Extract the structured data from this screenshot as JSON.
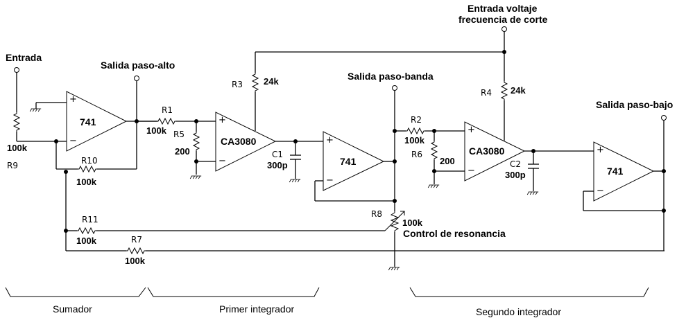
{
  "diagram": {
    "type": "schematic",
    "description": "State-variable voltage-controlled filter"
  },
  "terminals": {
    "input": "Entrada",
    "highpass_out": "Salida paso-alto",
    "bandpass_out": "Salida paso-banda",
    "lowpass_out": "Salida paso-bajo",
    "cutoff_input_line1": "Entrada voltaje",
    "cutoff_input_line2": "frecuencia de corte"
  },
  "opamps": {
    "u1": {
      "label": "741"
    },
    "u2": {
      "label": "CA3080"
    },
    "u3": {
      "label": "741"
    },
    "u4": {
      "label": "CA3080"
    },
    "u5": {
      "label": "741"
    },
    "plus": "+",
    "minus": "−"
  },
  "components": {
    "R1": {
      "ref": "R1",
      "value": "100k"
    },
    "R2": {
      "ref": "R2",
      "value": "100k"
    },
    "R3": {
      "ref": "R3",
      "value": "24k"
    },
    "R4": {
      "ref": "R4",
      "value": "24k"
    },
    "R5": {
      "ref": "R5",
      "value": "200"
    },
    "R6": {
      "ref": "R6",
      "value": "200"
    },
    "R7": {
      "ref": "R7",
      "value": "100k"
    },
    "R8": {
      "ref": "R8",
      "value": "100k",
      "note": "Control de resonancia"
    },
    "R9": {
      "ref": "R9",
      "value": "100k"
    },
    "R10": {
      "ref": "R10",
      "value": "100k"
    },
    "R11": {
      "ref": "R11",
      "value": "100k"
    },
    "C1": {
      "ref": "C1",
      "value": "300p"
    },
    "C2": {
      "ref": "C2",
      "value": "300p"
    }
  },
  "sections": [
    {
      "label": "Sumador"
    },
    {
      "label": "Primer integrador"
    },
    {
      "label": "Segundo integrador"
    }
  ]
}
